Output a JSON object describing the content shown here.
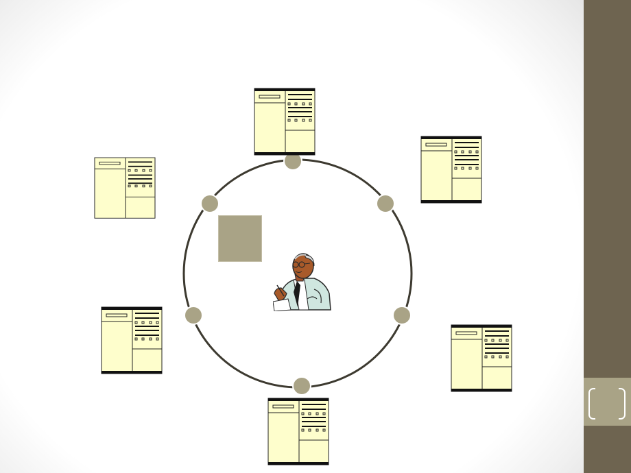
{
  "slide": {
    "page_number": ""
  },
  "colors": {
    "accent_sidebar": "#6e6450",
    "accent_badge": "#a9a386",
    "node_fill": "#a9a386",
    "circle_stroke": "#3d3a30",
    "document_fill": "#fefecc"
  },
  "diagram": {
    "nodes": [
      "node-1",
      "node-2",
      "node-3",
      "node-4",
      "node-5",
      "node-6"
    ],
    "documents": [
      "document-top",
      "document-upper-right",
      "document-right",
      "document-bottom",
      "document-left",
      "document-upper-left"
    ],
    "center_icon": "person-clipart-icon"
  }
}
